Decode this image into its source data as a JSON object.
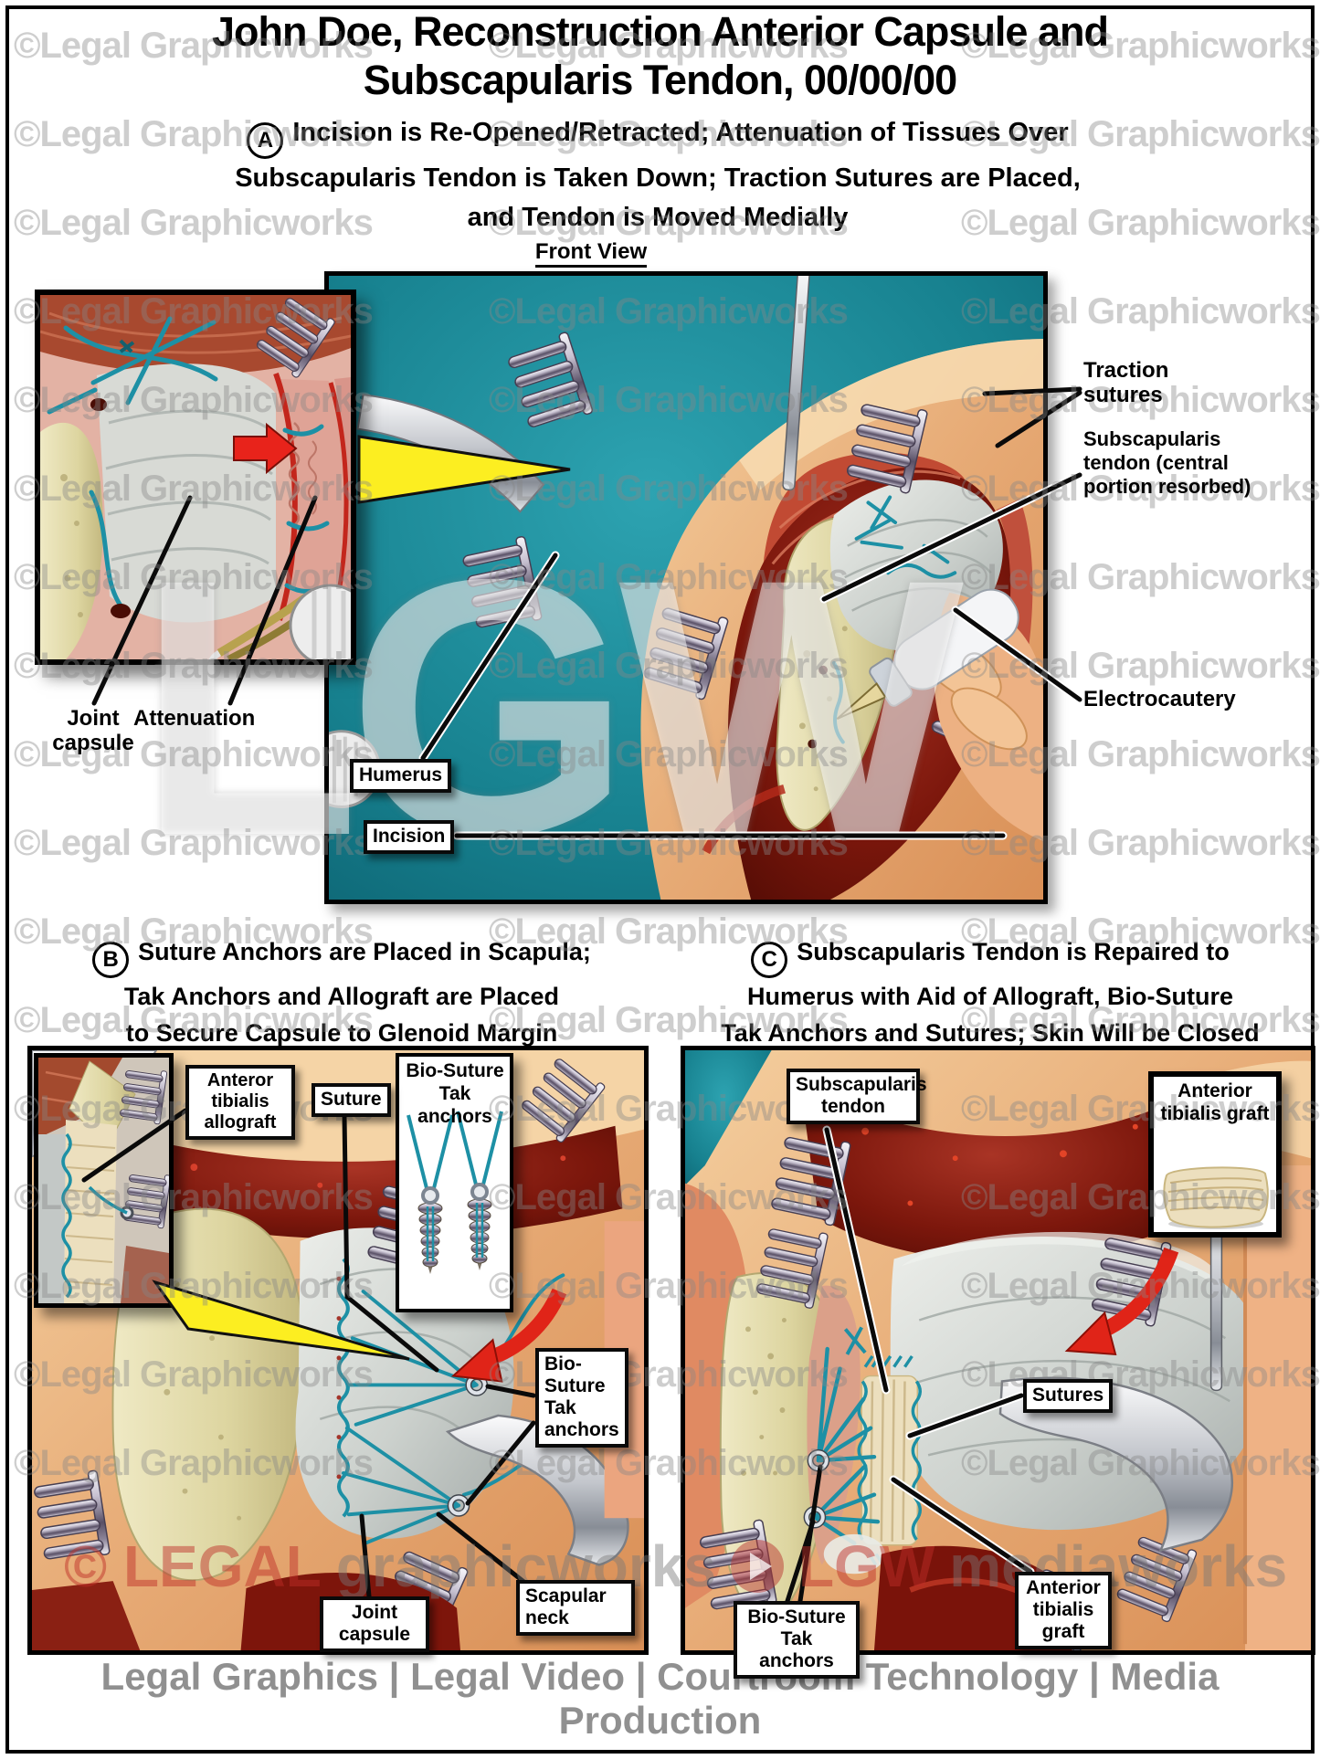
{
  "page": {
    "title_lines": [
      "John Doe, Reconstruction Anterior Capsule and",
      "Subscapularis Tendon, 00/00/00"
    ],
    "watermark": "©Legal Graphicworks",
    "big_watermark": "LGW",
    "red_watermark": {
      "prefix": "© LEGAL",
      "word1": "graphicworks",
      "abbr": "LGW",
      "word2": "mediaworks"
    },
    "footer": "Legal Graphics | Legal Video | Courtroom Technology | Media Production"
  },
  "sections": {
    "a": {
      "letter": "A",
      "lines": [
        "Incision is Re-Opened/Retracted; Attenuation of Tissues Over",
        "Subscapularis Tendon is Taken Down; Traction Sutures are Placed,",
        "and Tendon is Moved Medially"
      ],
      "view_label": "Front View"
    },
    "b": {
      "letter": "B",
      "lines": [
        "Suture Anchors are Placed in Scapula;",
        "Tak Anchors and Allograft are Placed",
        "to Secure Capsule to Glenoid Margin"
      ]
    },
    "c": {
      "letter": "C",
      "lines": [
        "Subscapularis Tendon is Repaired to",
        "Humerus with Aid of Allograft, Bio-Suture",
        "Tak Anchors and Sutures; Skin Will be Closed"
      ]
    }
  },
  "labels": {
    "panel_a": {
      "traction_sutures": "Traction sutures",
      "subscapularis_tendon": "Subscapularis tendon (central portion resorbed)",
      "electrocautery": "Electrocautery",
      "humerus": "Humerus",
      "incision": "Incision",
      "joint_capsule": "Joint capsule",
      "attenuation": "Attenuation"
    },
    "panel_b": {
      "allograft": "Anteror tibialis allograft",
      "suture": "Suture",
      "tak_inset_title": "Bio-Suture Tak anchors",
      "tak_anchors": "Bio-Suture Tak anchors",
      "joint_capsule": "Joint capsule",
      "scapular_neck": "Scapular neck"
    },
    "panel_c": {
      "subscapularis_tendon": "Subscapularis tendon",
      "graft_inset_title": "Anterior tibialis graft",
      "sutures": "Sutures",
      "tak_anchors": "Bio-Suture Tak anchors",
      "graft": "Anterior tibialis graft"
    }
  },
  "colors": {
    "panel_teal": "#17818F",
    "suture_teal": "#1D90A5",
    "arrow_red": "#E02418",
    "pointer_yellow": "#FCEE21",
    "skin": "#E9B386",
    "bone": "#DED9A8",
    "wound_red": "#7A150B",
    "watermark_gray": "#8E8E8E",
    "watermark_red": "#C0392B",
    "label_border": "#111111"
  }
}
